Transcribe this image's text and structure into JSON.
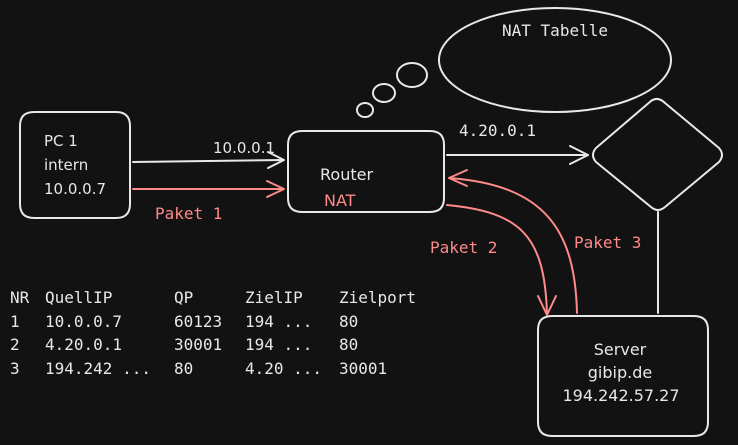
{
  "nodes": {
    "pc": {
      "lines": [
        "PC 1",
        "intern",
        "10.0.0.7"
      ]
    },
    "router": {
      "label": "Router",
      "sublabel": "NAT"
    },
    "nat_table": {
      "label": "NAT Tabelle"
    },
    "server": {
      "lines": [
        "Server",
        "gibip.de",
        "194.242.57.27"
      ]
    }
  },
  "edges": {
    "pc_to_router_label": "10.0.0.1",
    "router_to_diamond_label": "4.20.0.1",
    "paket1": "Paket 1",
    "paket2": "Paket 2",
    "paket3": "Paket 3"
  },
  "table": {
    "headers": [
      "NR",
      "QuellIP",
      "QP",
      "ZielIP",
      "Zielport"
    ],
    "rows": [
      [
        "1",
        "10.0.0.7",
        "60123",
        "194 ...",
        "80"
      ],
      [
        "2",
        "4.20.0.1",
        "30001",
        "194 ...",
        "80"
      ],
      [
        "3",
        "194.242 ...",
        "80",
        "4.20 ...",
        "30001"
      ]
    ]
  },
  "colors": {
    "background": "#121212",
    "stroke": "#e8e8e8",
    "accent": "#ff8a8a"
  }
}
